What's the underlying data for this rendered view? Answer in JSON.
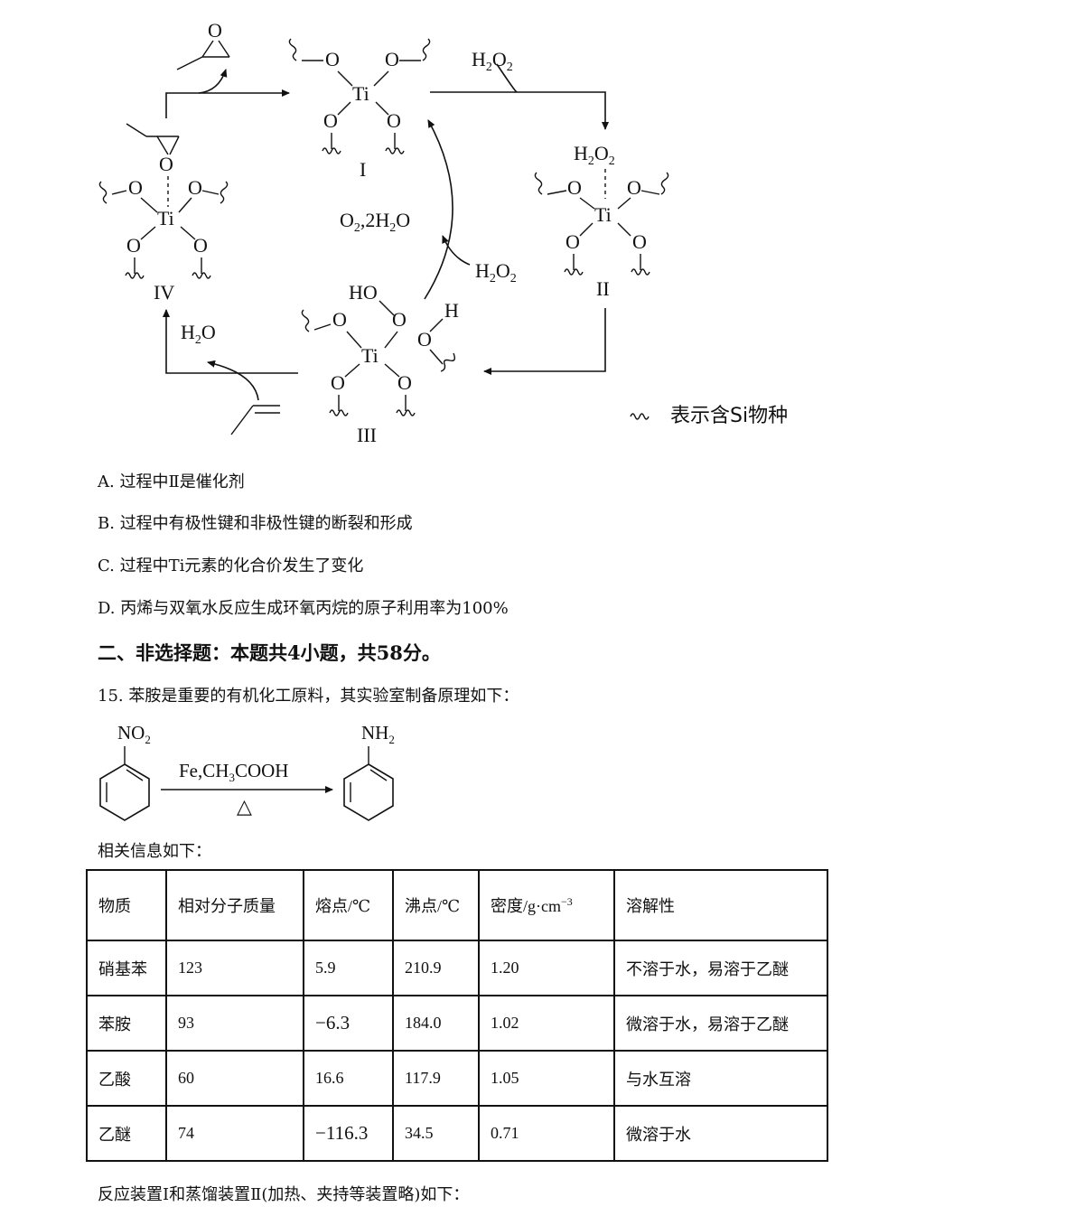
{
  "diagram": {
    "species": {
      "I": "I",
      "II": "II",
      "III": "III",
      "IV": "IV"
    },
    "center_atom": "Ti",
    "oxygen": "O",
    "hydrogen": "H",
    "ho_label": "HO",
    "h2o2": {
      "main": "H",
      "sub1": "2",
      "mid": "O",
      "sub2": "2"
    },
    "o2_2h2o": "O",
    "water": "H",
    "legend_text": "表示含Si物种"
  },
  "options": [
    {
      "label": "A.",
      "text": "过程中Ⅱ是催化剂"
    },
    {
      "label": "B.",
      "text": "过程中有极性键和非极性键的断裂和形成"
    },
    {
      "label": "C.",
      "text": "过程中Ti元素的化合价发生了变化"
    },
    {
      "label": "D.",
      "text": "丙烯与双氧水反应生成环氧丙烷的原子利用率为100%"
    }
  ],
  "section_title": "二、非选择题：本题共4小题，共58分。",
  "question": "15. 苯胺是重要的有机化工原料，其实验室制备原理如下：",
  "reaction": {
    "reactant_group": "NO",
    "reactant_sub": "2",
    "product_group": "NH",
    "product_sub": "2",
    "reagent_a": "Fe",
    "reagent_b": "CH",
    "reagent_b_sub": "3",
    "reagent_c": "COOH",
    "condition": "△"
  },
  "info_label": "相关信息如下：",
  "table": {
    "headers": [
      "物质",
      "相对分子质量",
      "熔点/℃",
      "沸点/℃",
      "密度/g·cm",
      "溶解性"
    ],
    "density_exp": "−3",
    "rows": [
      [
        "硝基苯",
        "123",
        "5.9",
        "210.9",
        "1.20",
        "不溶于水，易溶于乙醚"
      ],
      [
        "苯胺",
        "93",
        "−6.3",
        "184.0",
        "1.02",
        "微溶于水，易溶于乙醚"
      ],
      [
        "乙酸",
        "60",
        "16.6",
        "117.9",
        "1.05",
        "与水互溶"
      ],
      [
        "乙醚",
        "74",
        "−116.3",
        "34.5",
        "0.71",
        "微溶于水"
      ]
    ]
  },
  "footer": "反应装置Ⅰ和蒸馏装置Ⅱ(加热、夹持等装置略)如下："
}
